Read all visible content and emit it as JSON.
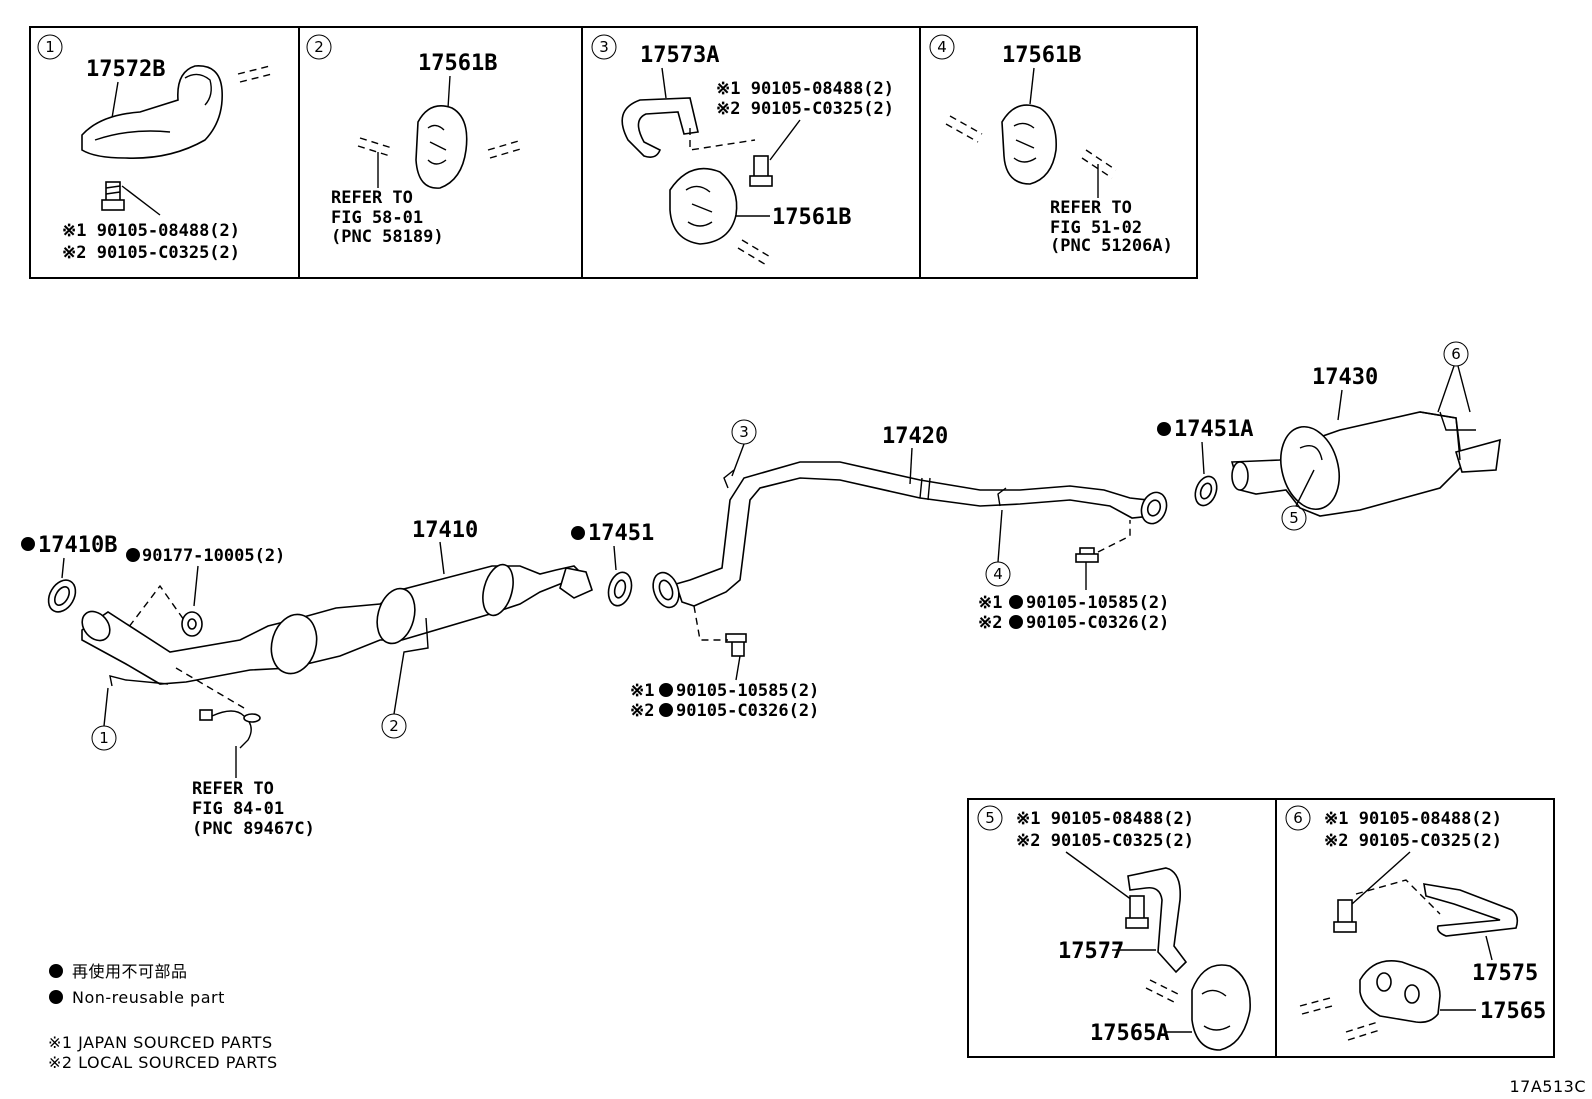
{
  "boxes": {
    "b1": {
      "num": "1",
      "part": "17572B",
      "bolt1": "※1 90105-08488(2)",
      "bolt2": "※2 90105-C0325(2)"
    },
    "b2": {
      "num": "2",
      "part": "17561B",
      "ref1": "REFER TO",
      "ref2": "FIG 58-01",
      "ref3": "(PNC 58189)"
    },
    "b3": {
      "num": "3",
      "part1": "17573A",
      "part2": "17561B",
      "bolt1": "※1 90105-08488(2)",
      "bolt2": "※2 90105-C0325(2)"
    },
    "b4": {
      "num": "4",
      "part": "17561B",
      "ref1": "REFER TO",
      "ref2": "FIG 51-02",
      "ref3": "(PNC 51206A)"
    },
    "b5": {
      "num": "5",
      "bolt1": "※1 90105-08488(2)",
      "bolt2": "※2 90105-C0325(2)",
      "part1": "17577",
      "part2": "17565A"
    },
    "b6": {
      "num": "6",
      "bolt1": "※1 90105-08488(2)",
      "bolt2": "※2 90105-C0325(2)",
      "part1": "17575",
      "part2": "17565"
    }
  },
  "main": {
    "p17410B": "17410B",
    "p90177": "90177-10005(2)",
    "p17410": "17410",
    "p17451": "17451",
    "p17420": "17420",
    "p17451A": "17451A",
    "p17430": "17430",
    "boltA1": "90105-10585(2)",
    "boltA2": "90105-C0326(2)",
    "boltB1": "90105-10585(2)",
    "boltB2": "90105-C0326(2)",
    "mark1": "※1",
    "mark2": "※2",
    "sensorRef1": "REFER TO",
    "sensorRef2": "FIG 84-01",
    "sensorRef3": "(PNC 89467C)",
    "callouts": [
      "1",
      "2",
      "3",
      "4",
      "5",
      "6"
    ]
  },
  "legend": {
    "nonreuse_jp": "再使用不可部品",
    "nonreuse_en": "Non-reusable part",
    "japan": "※1  JAPAN SOURCED PARTS",
    "local": "※2  LOCAL SOURCED PARTS"
  },
  "figure_code": "17A513C"
}
